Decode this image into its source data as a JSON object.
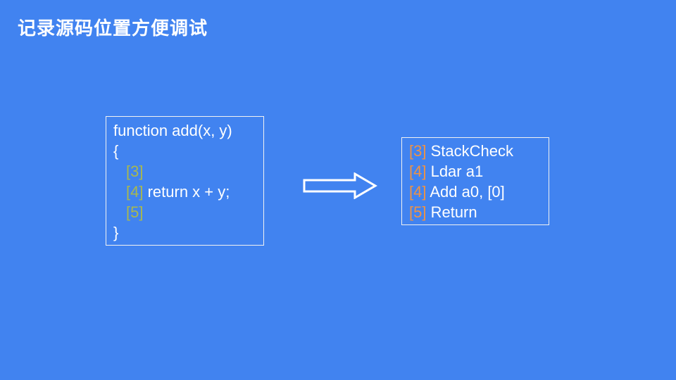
{
  "title": "记录源码位置方便调试",
  "colors": {
    "background": "#4183f0",
    "text": "#ffffff",
    "source_line_number": "#a9b84e",
    "bytecode_line_number": "#ef9245",
    "box_border": "#f2f2f2"
  },
  "source_box": {
    "lines": [
      {
        "indent": false,
        "segments": [
          {
            "text": "function add(x, y)",
            "type": "code"
          }
        ]
      },
      {
        "indent": false,
        "segments": [
          {
            "text": "{",
            "type": "code"
          }
        ]
      },
      {
        "indent": true,
        "segments": [
          {
            "text": "[3]",
            "type": "lineno"
          }
        ]
      },
      {
        "indent": true,
        "segments": [
          {
            "text": "[4]",
            "type": "lineno"
          },
          {
            "text": " return x + y;",
            "type": "code"
          }
        ]
      },
      {
        "indent": true,
        "segments": [
          {
            "text": "[5]",
            "type": "lineno"
          }
        ]
      },
      {
        "indent": false,
        "segments": [
          {
            "text": "}",
            "type": "code"
          }
        ]
      }
    ]
  },
  "bytecode_box": {
    "lines": [
      {
        "segments": [
          {
            "text": "[3]",
            "type": "lineno"
          },
          {
            "text": " StackCheck",
            "type": "code"
          }
        ]
      },
      {
        "segments": [
          {
            "text": "[4]",
            "type": "lineno"
          },
          {
            "text": " Ldar a1",
            "type": "code"
          }
        ]
      },
      {
        "segments": [
          {
            "text": "[4]",
            "type": "lineno"
          },
          {
            "text": " Add a0, [0]",
            "type": "code"
          }
        ]
      },
      {
        "segments": [
          {
            "text": "[5]",
            "type": "lineno"
          },
          {
            "text": " Return",
            "type": "code"
          }
        ]
      }
    ]
  },
  "arrow": {
    "icon": "right-arrow-icon"
  }
}
